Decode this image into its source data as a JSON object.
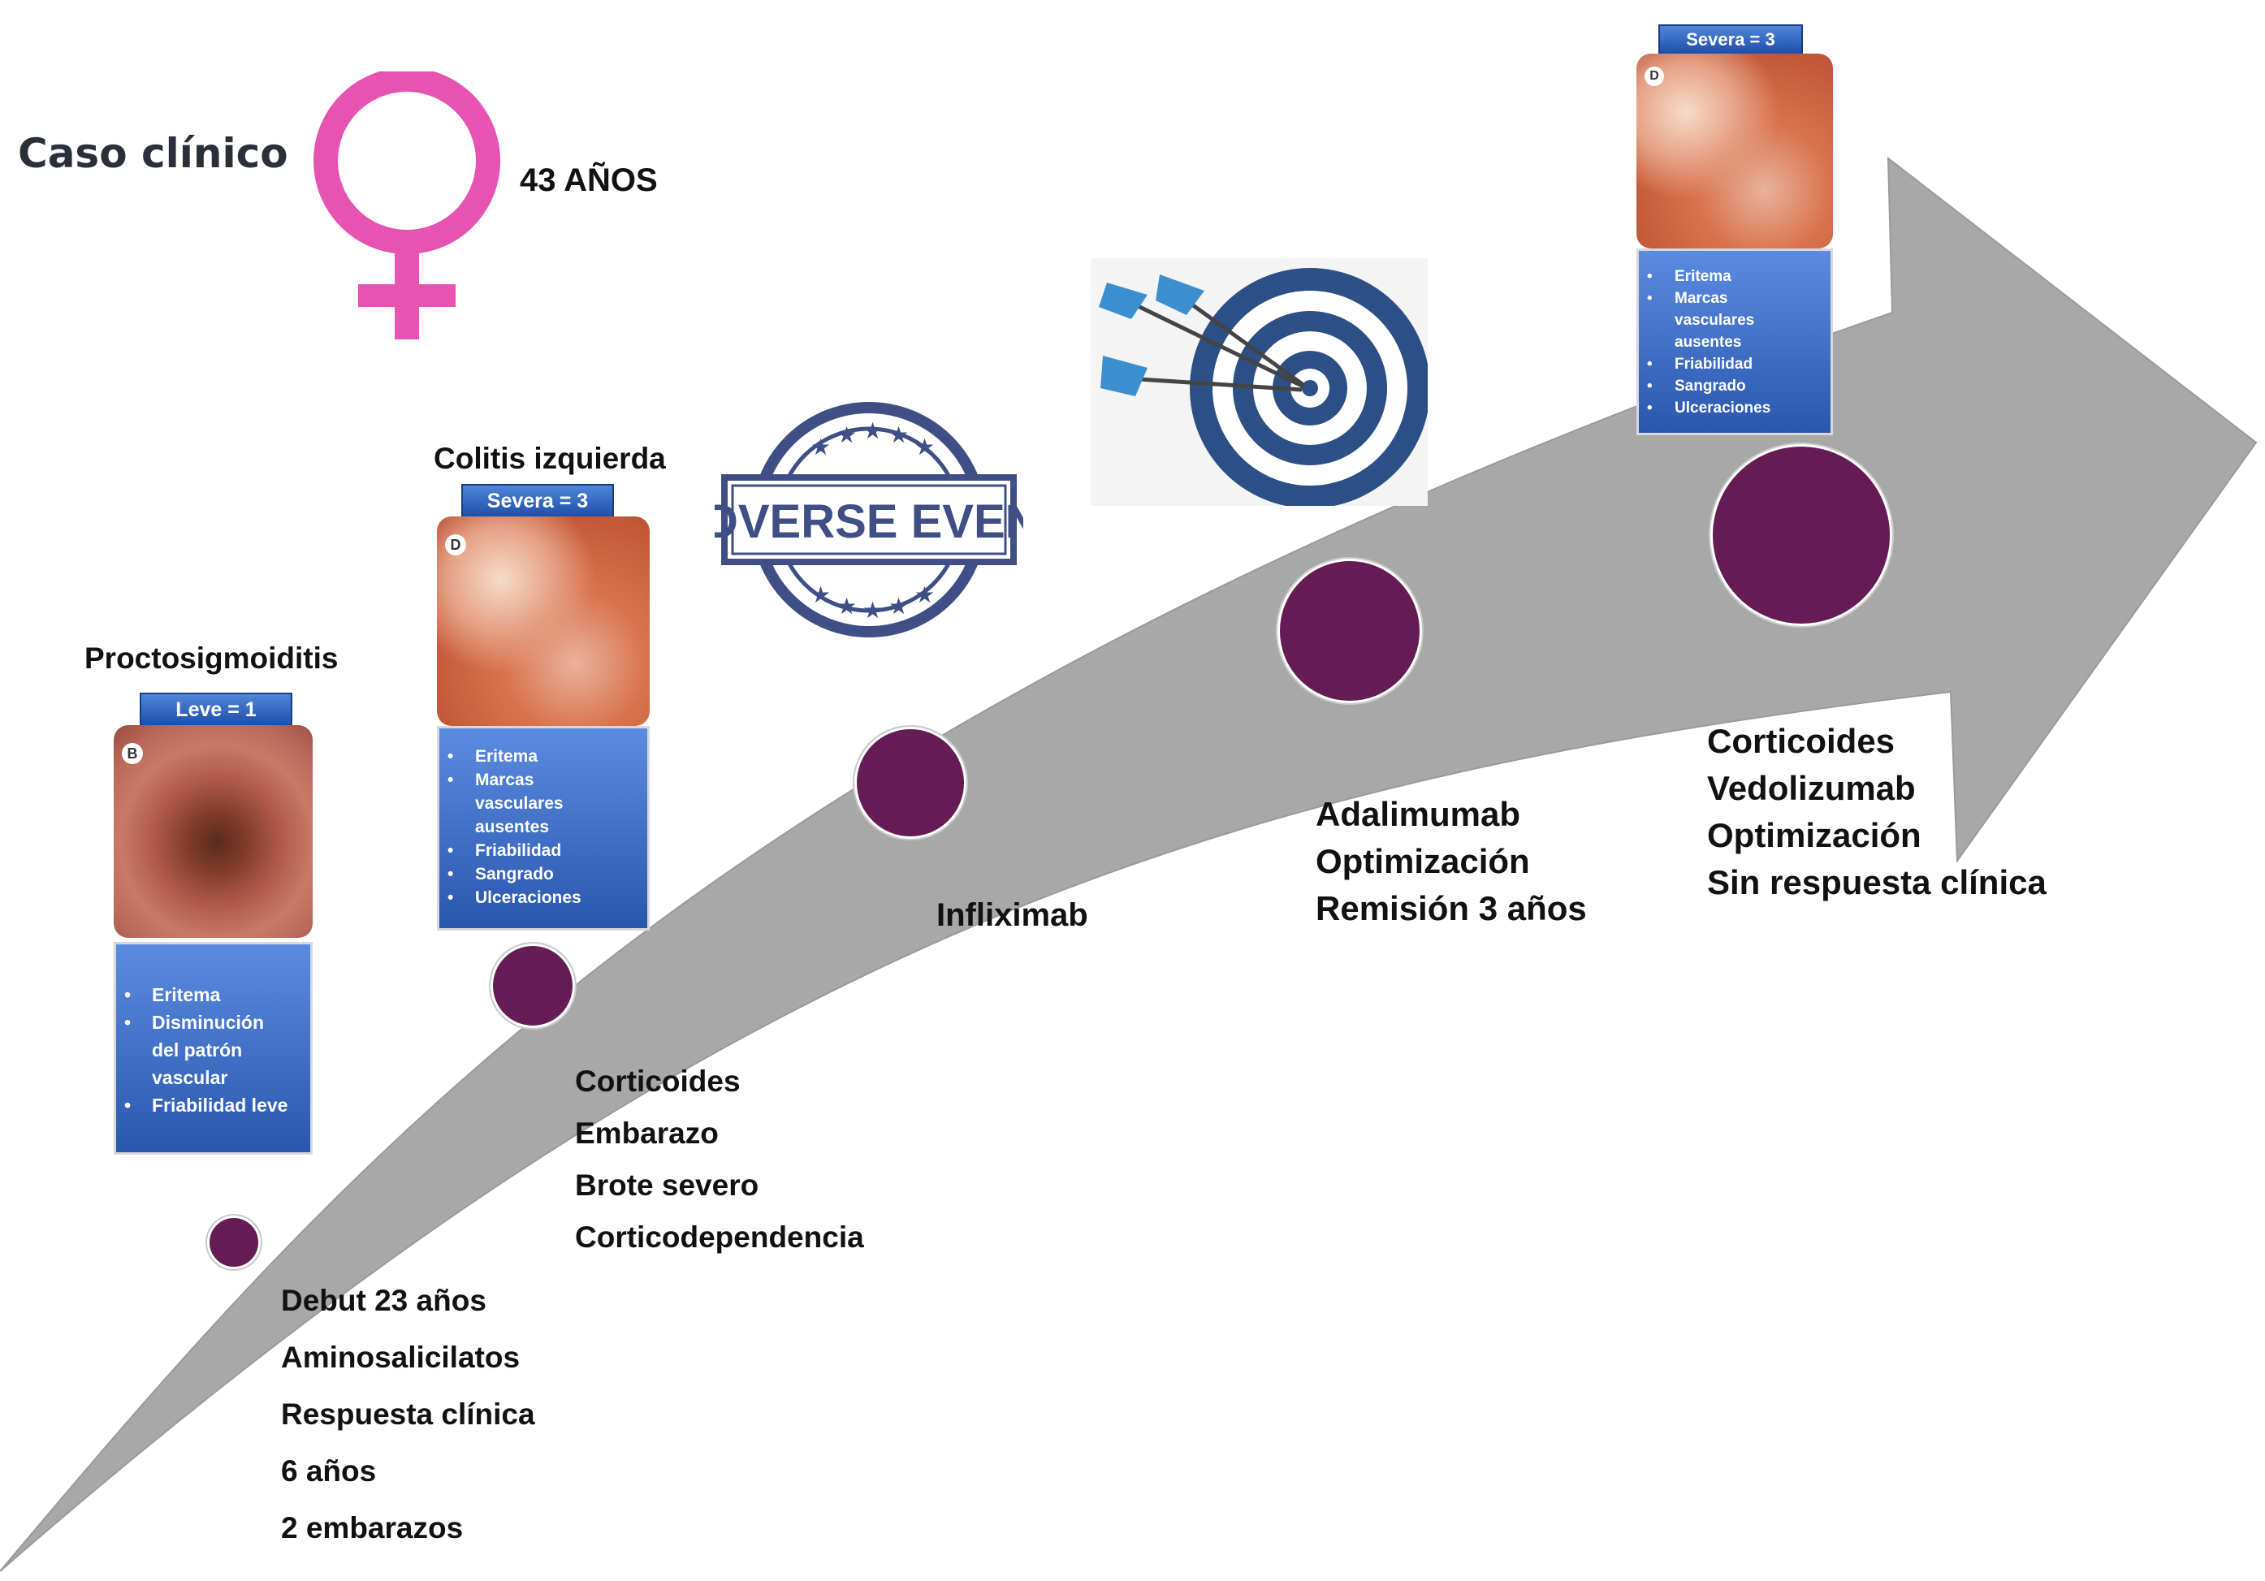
{
  "header": {
    "title": "Caso clínico",
    "age": "43 AÑOS",
    "gender_icon": "female-symbol-icon"
  },
  "colors": {
    "accent_pink": "#e653b1",
    "dot_purple": "#651c55",
    "arrow_gray": "#a8a8a8",
    "panel_blue": "#3d6cc4"
  },
  "stage1": {
    "name": "Proctosigmoiditis",
    "severity": "Leve = 1",
    "image_letter": "B",
    "findings": [
      "Eritema",
      "Disminución del patrón vascular",
      "Friabilidad leve"
    ],
    "notes": [
      "Debut 23 años",
      "Aminosalicilatos",
      "Respuesta clínica",
      "6 años",
      "2 embarazos"
    ]
  },
  "stage2": {
    "name": "Colitis izquierda",
    "severity": "Severa = 3",
    "image_letter": "D",
    "findings": [
      "Eritema",
      "Marcas vasculares ausentes",
      "Friabilidad",
      "Sangrado",
      "Ulceraciones"
    ],
    "notes": [
      "Corticoides",
      "Embarazo",
      "Brote severo",
      "Corticodependencia"
    ]
  },
  "stage3": {
    "stamp_text": "ADVERSE EVENT",
    "notes": [
      "Infliximab"
    ]
  },
  "stage4": {
    "icon": "target-darts-icon",
    "notes": [
      "Adalimumab",
      "Optimización",
      "Remisión 3 años"
    ]
  },
  "stage5": {
    "severity": "Severa = 3",
    "image_letter": "D",
    "findings": [
      "Eritema",
      "Marcas vasculares ausentes",
      "Friabilidad",
      "Sangrado",
      "Ulceraciones"
    ],
    "notes": [
      "Corticoides",
      "Vedolizumab",
      "Optimización",
      "Sin respuesta clínica"
    ]
  }
}
